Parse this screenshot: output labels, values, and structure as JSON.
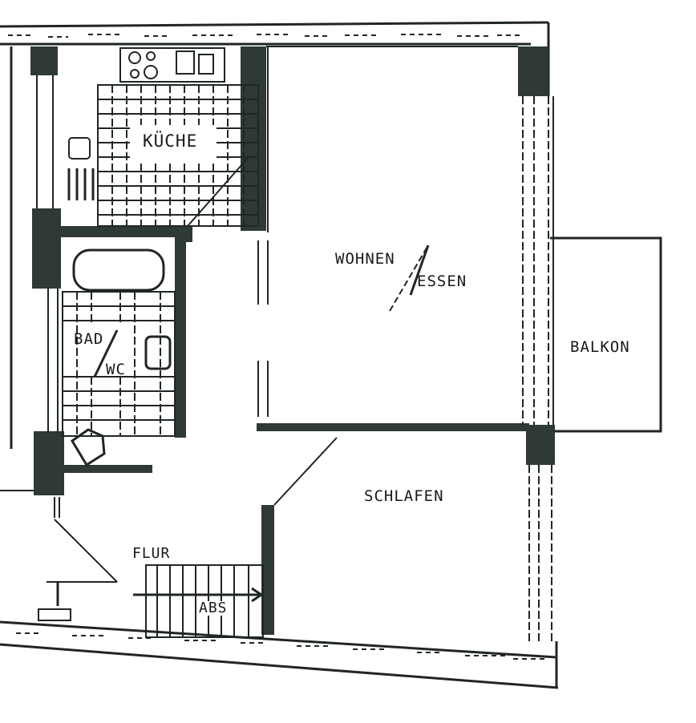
{
  "floor_plan": {
    "rooms": [
      {
        "id": "kueche",
        "label": "KÜCHE"
      },
      {
        "id": "wohnen",
        "label_part1": "WOHNEN",
        "label_part2": "ESSEN"
      },
      {
        "id": "bad",
        "label_part1": "BAD",
        "label_part2": "WC"
      },
      {
        "id": "balkon",
        "label": "BALKON"
      },
      {
        "id": "schlafen",
        "label": "SCHLAFEN"
      },
      {
        "id": "flur",
        "label": "FLUR"
      }
    ],
    "stair_label": "ABS",
    "colors": {
      "wall": "#2f3a36",
      "line": "#1f2623",
      "background": "#ffffff"
    }
  }
}
